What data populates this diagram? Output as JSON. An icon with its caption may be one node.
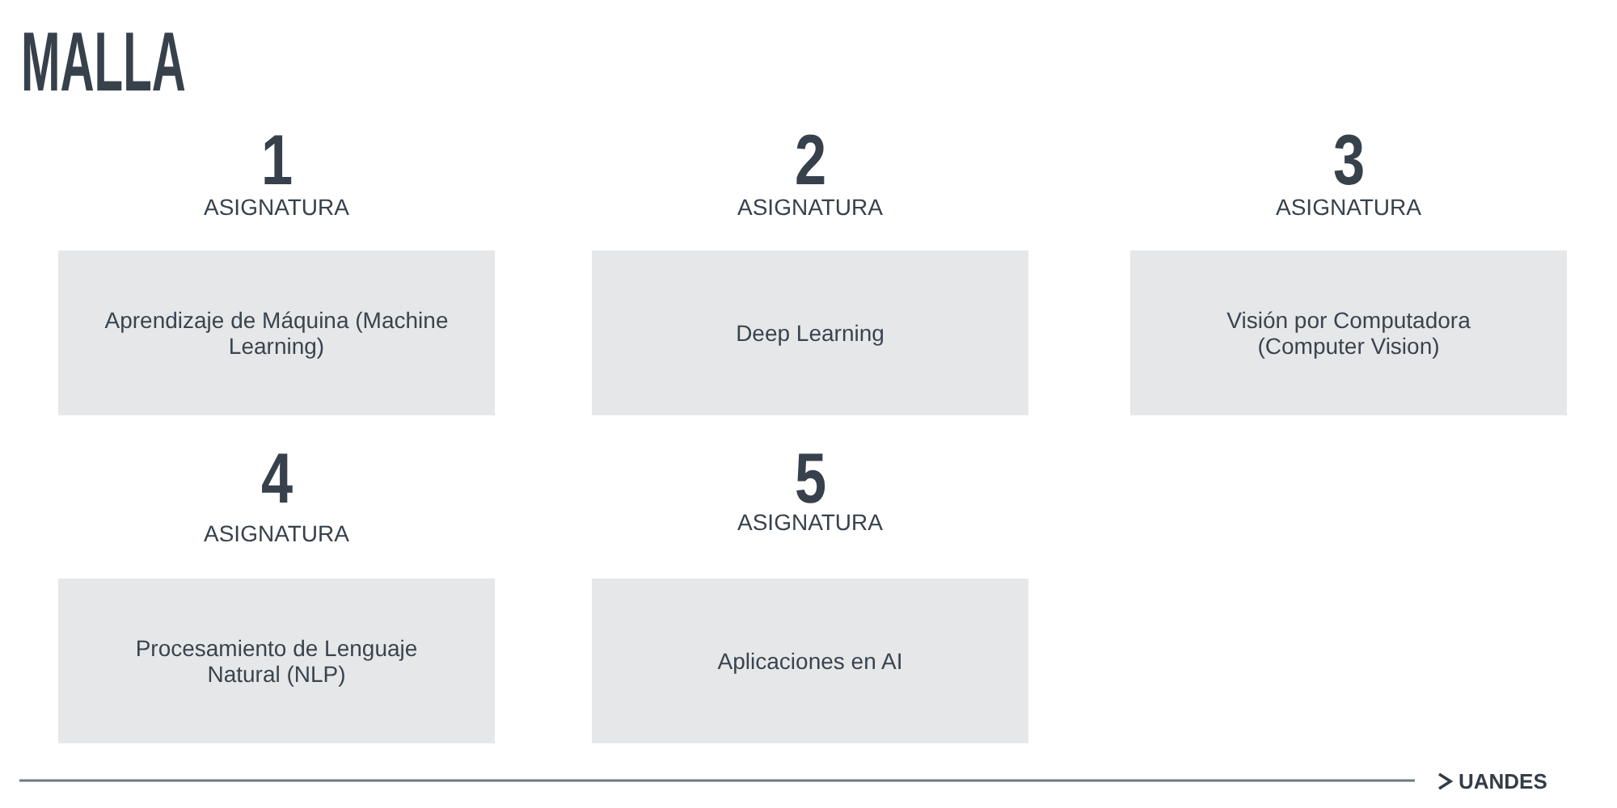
{
  "diagram": {
    "title": "MALLA",
    "nodes": [
      {
        "text": [
          "1",
          "ASIGNATURA",
          "Aprendizaje de Máquina (Machine Learning)"
        ]
      },
      {
        "text": [
          "2",
          "ASIGNATURA",
          "Deep Learning"
        ]
      },
      {
        "text": [
          "3",
          "ASIGNATURA",
          "Visión por Computadora (Computer Vision)"
        ]
      },
      {
        "text": [
          "4",
          "ASIGNATURA",
          "Procesamiento de Lenguaje Natural (NLP)"
        ]
      },
      {
        "text": [
          "5",
          "ASIGNATURA",
          "Aplicaciones en AI"
        ]
      }
    ],
    "labels": [
      "UANDES"
    ]
  }
}
